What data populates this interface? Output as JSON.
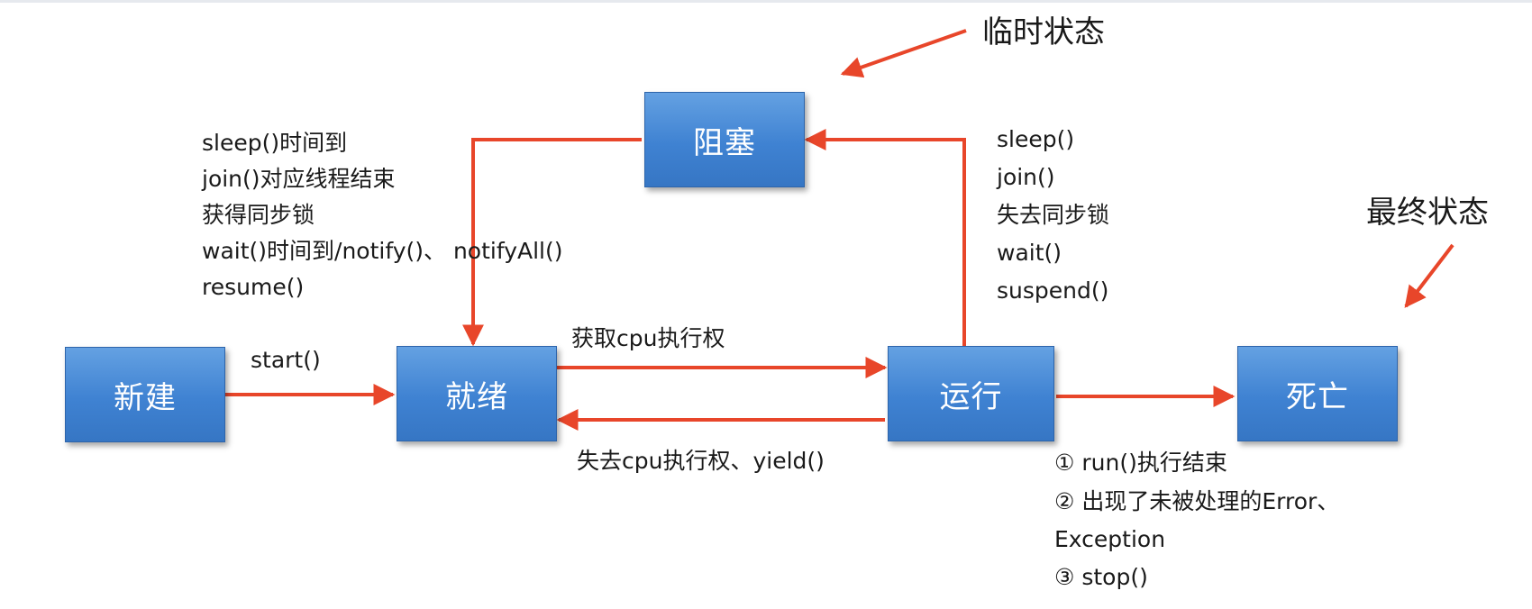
{
  "states": {
    "new": "新建",
    "ready": "就绪",
    "running": "运行",
    "blocked": "阻塞",
    "dead": "死亡"
  },
  "transitions": {
    "start": "start()",
    "get_cpu": "获取cpu执行权",
    "lose_cpu": "失去cpu执行权、yield()",
    "to_blocked": [
      "sleep()",
      "join()",
      "失去同步锁",
      "wait()",
      "suspend()"
    ],
    "to_ready": [
      "sleep()时间到",
      "join()对应线程结束",
      "获得同步锁",
      "wait()时间到/notify()、 notifyAll()",
      "resume()"
    ],
    "to_dead": [
      "① run()执行结束",
      "② 出现了未被处理的Error、",
      "Exception",
      "③ stop()"
    ]
  },
  "annotations": {
    "temporary": "临时状态",
    "final": "最终状态"
  },
  "colors": {
    "arrow": "#e8462a",
    "box_fill": "#4a8ad6",
    "box_text": "#ffffff"
  }
}
